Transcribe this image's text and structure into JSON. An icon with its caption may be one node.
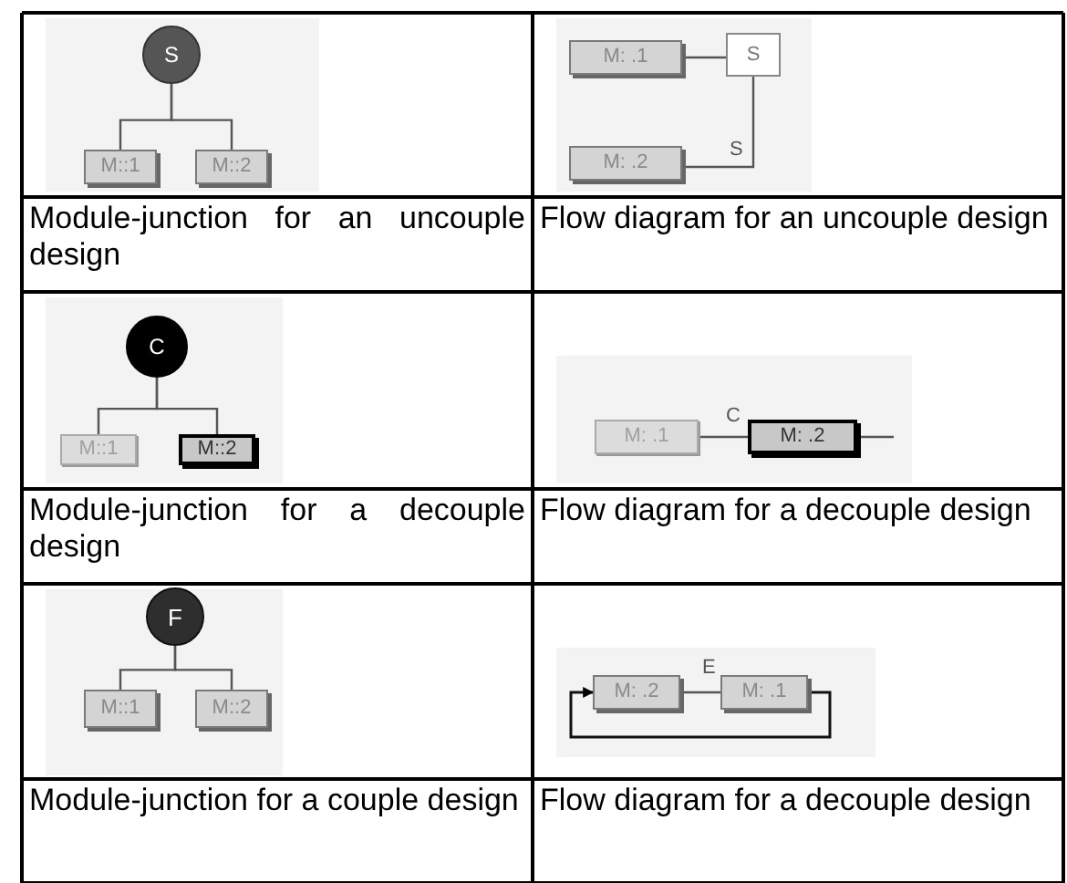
{
  "diagram": {
    "nodes": [
      {
        "text": [
          "S"
        ]
      },
      {
        "text": [
          "M::1"
        ]
      },
      {
        "text": [
          "M::2"
        ]
      },
      {
        "text": [
          "M: .1"
        ]
      },
      {
        "text": [
          "S"
        ]
      },
      {
        "text": [
          "M: .2"
        ]
      },
      {
        "text": [
          "C"
        ]
      },
      {
        "text": [
          "M::1"
        ]
      },
      {
        "text": [
          "M::2"
        ]
      },
      {
        "text": [
          "M: .1"
        ]
      },
      {
        "text": [
          "M: .2"
        ]
      },
      {
        "text": [
          "F"
        ]
      },
      {
        "text": [
          "M::1"
        ]
      },
      {
        "text": [
          "M::2"
        ]
      },
      {
        "text": [
          "M: .2"
        ]
      },
      {
        "text": [
          "M: .1"
        ]
      }
    ],
    "edges": [
      {
        "from": 0,
        "to": 1,
        "arrow": "none"
      },
      {
        "from": 0,
        "to": 2,
        "arrow": "none"
      },
      {
        "from": 3,
        "to": 4,
        "arrow": "none"
      },
      {
        "from": 5,
        "to": 4,
        "arrow": "none",
        "label": "S"
      },
      {
        "from": 6,
        "to": 7,
        "arrow": "none"
      },
      {
        "from": 6,
        "to": 8,
        "arrow": "none"
      },
      {
        "from": 9,
        "to": 10,
        "arrow": "none",
        "label": "C"
      },
      {
        "from": 10,
        "to": null,
        "arrow": "none"
      },
      {
        "from": 11,
        "to": 12,
        "arrow": "none"
      },
      {
        "from": 11,
        "to": 13,
        "arrow": "none"
      },
      {
        "from": 14,
        "to": 15,
        "arrow": "none",
        "label": "E"
      },
      {
        "from": 15,
        "to": 14,
        "arrow": "to"
      }
    ],
    "labels": [
      "Module-junction for an uncouple design",
      "Flow diagram for an uncouple design",
      "Module-junction for a decouple design",
      "Flow diagram for a decouple design",
      "Module-junction for a couple design",
      "Flow diagram for a decouple design"
    ]
  }
}
